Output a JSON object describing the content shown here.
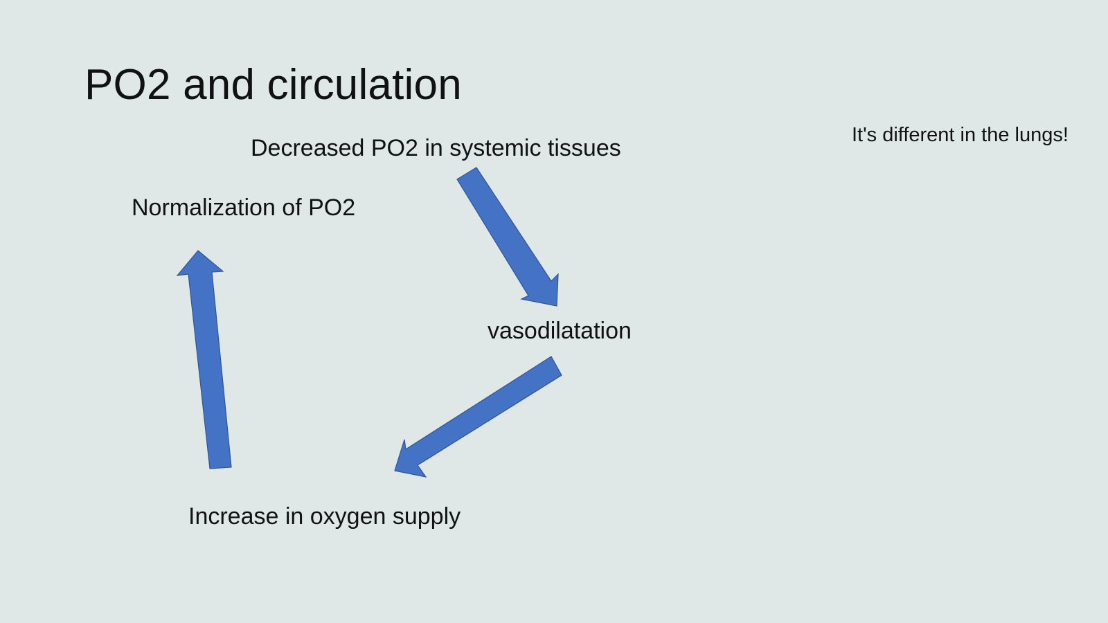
{
  "slide": {
    "title": "PO2 and circulation",
    "side_note": "It's different in the lungs!"
  },
  "diagram": {
    "nodes": {
      "decreased_po2": "Decreased PO2 in systemic tissues",
      "vasodilatation": "vasodilatation",
      "increase_oxygen": "Increase in oxygen supply",
      "normalization": "Normalization of PO2"
    },
    "arrow_color": "#4472c4",
    "arrow_border_color": "#2f5597",
    "arrows": [
      {
        "from": "Decreased PO2 in systemic tissues",
        "to": "vasodilatation"
      },
      {
        "from": "vasodilatation",
        "to": "Increase in oxygen supply"
      },
      {
        "from": "Increase in oxygen supply",
        "to": "Normalization of PO2"
      }
    ]
  },
  "colors": {
    "background": "#dfe7e7",
    "text": "#111111"
  }
}
